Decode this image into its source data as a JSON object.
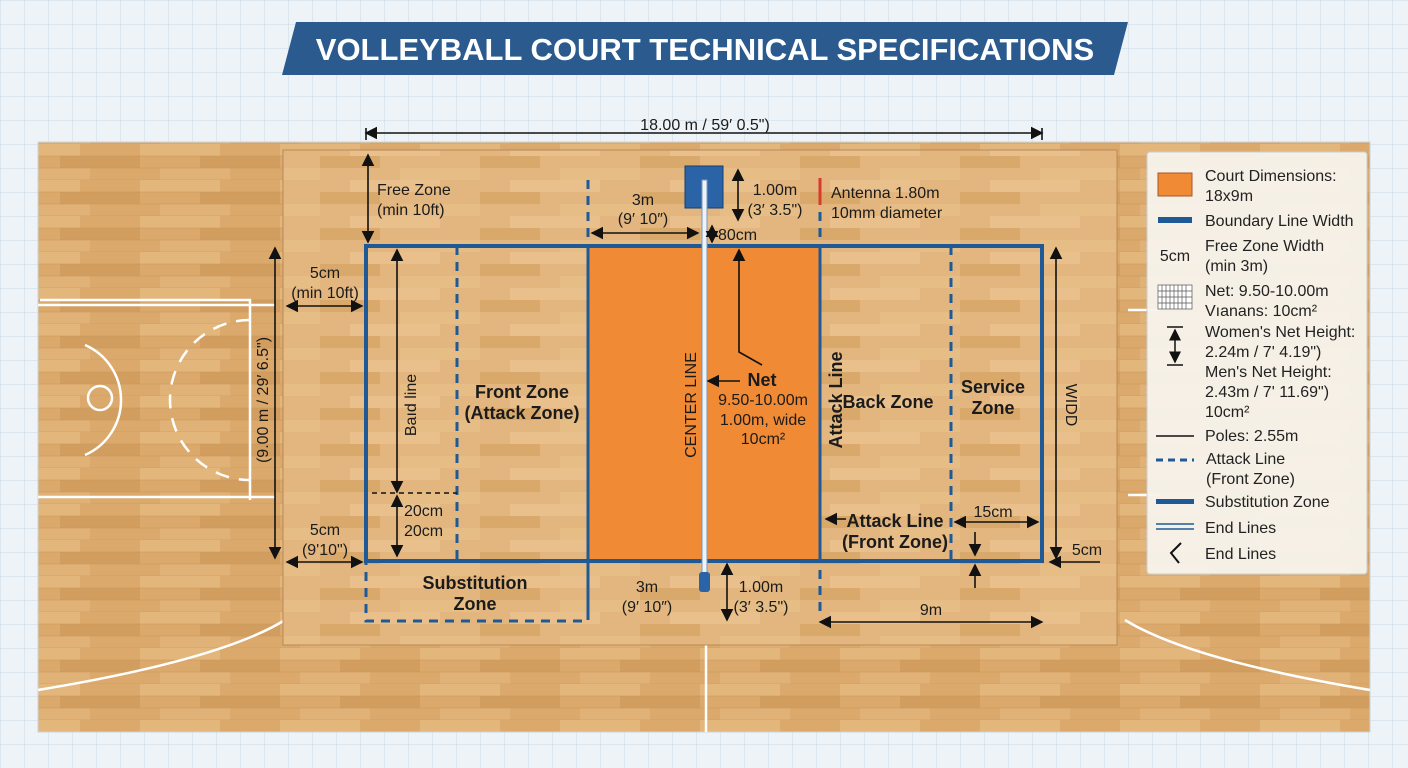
{
  "title": "VOLLEYBALL COURT TECHNICAL SPECIFICATIONS",
  "colors": {
    "court_orange": "#f08a35",
    "line_blue": "#1f5a96",
    "banner_blue": "#2a5a8e",
    "antenna_red": "#d93a2b",
    "wood": "#d9a86a"
  },
  "dimensions": {
    "length": "18.00 m / 59′ 0.5\")",
    "width": "(9.00 m / 29′ 6.5\")",
    "free_zone_line1": "Free Zone",
    "free_zone_line2": "(min 10ft)",
    "left_top_line1": "5cm",
    "left_top_line2": "(min 10ft)",
    "left_bottom_line1": "5cm",
    "left_bottom_line2": "(9'10\")",
    "top_3m_line1": "3m",
    "top_3m_line2": "(9′ 10″)",
    "top_1m_line1": "1.00m",
    "top_1m_line2": "(3′ 3.5\")",
    "antenna_line1": "Antenna 1.80m",
    "antenna_line2": "10mm diameter",
    "net_gap": "80cm",
    "bottom_3m_line1": "3m",
    "bottom_3m_line2": "(9′ 10″)",
    "bottom_1m_line1": "1.00m",
    "bottom_1m_line2": "(3′ 3.5\")",
    "nine_m": "9m",
    "fifteen_cm": "15cm",
    "right_5cm": "5cm",
    "right_width": "WIDD",
    "bad_line": "Baıd line",
    "twenty_cm_1": "20cm",
    "twenty_cm_2": "20cm"
  },
  "zones": {
    "front_line1": "Front Zone",
    "front_line2": "(Attack Zone)",
    "center_line": "CENTER LINE",
    "net_line1": "Net",
    "net_line2": "9.50-10.00m",
    "net_line3": "1.00m, wide",
    "net_line4": "10cm²",
    "attack_line": "Attack Line",
    "back_zone": "Back Zone",
    "service_line1": "Service",
    "service_line2": "Zone",
    "attack_front_line1": "Attack Line",
    "attack_front_line2": "(Front Zone)",
    "substitution_line1": "Substitution",
    "substitution_line2": "Zone"
  },
  "legend": {
    "items": [
      {
        "icon": "orange-swatch",
        "line1": "Court Dimensions:",
        "line2": "18x9m"
      },
      {
        "icon": "blue-line",
        "line1": "Boundary Line Width"
      },
      {
        "icon": "text-5cm",
        "symbol": "5cm",
        "line1": "Free Zone Width",
        "line2": "(min 3m)"
      },
      {
        "icon": "net-grid",
        "line1": "Net: 9.50-10.00m",
        "line2": "Vıanans: 10cm²"
      },
      {
        "icon": "height-arrow",
        "line1": "Women's Net Height:",
        "line2": "2.24m / 7' 4.19\")"
      },
      {
        "line1": "Men's Net Height:",
        "line2": "2.43m / 7' 11.69\")",
        "line3": "10cm²"
      },
      {
        "icon": "thin-line",
        "line1": "Poles: 2.55m"
      },
      {
        "icon": "dashed-line",
        "line1": "Attack Line",
        "line2": "(Front Zone)"
      },
      {
        "icon": "thick-line",
        "line1": "Substitution Zone"
      },
      {
        "icon": "double-line",
        "line1": "End Lines"
      },
      {
        "icon": "angle-glyph",
        "line1": "End Lines"
      }
    ]
  }
}
